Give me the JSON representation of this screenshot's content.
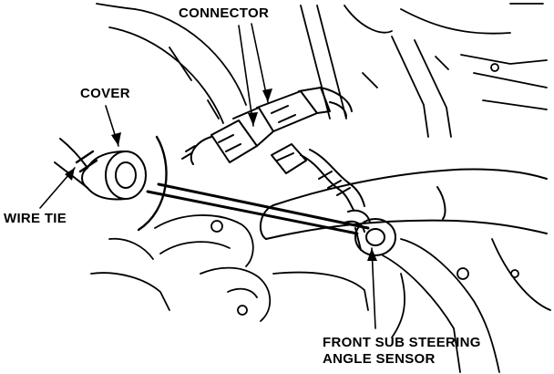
{
  "labels": {
    "connector": "CONNECTOR",
    "cover": "COVER",
    "wire_tie": "WIRE TIE",
    "sensor_line1": "FRONT SUB STEERING",
    "sensor_line2": "ANGLE SENSOR"
  },
  "colors": {
    "ink": "#000000",
    "paper": "#ffffff"
  }
}
